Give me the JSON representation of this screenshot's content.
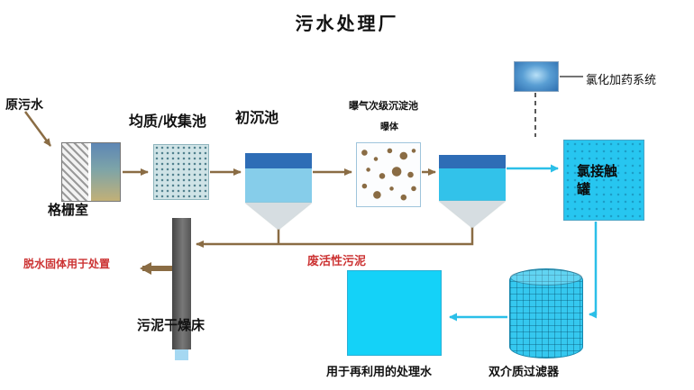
{
  "title": "污水处理厂",
  "labels": {
    "raw_sewage": "原污水",
    "grid_room": "格栅室",
    "collection_tank": "均质/收集池",
    "primary_tank": "初沉池",
    "aeration_tank": "曝气次级沉淀池",
    "aeration_body": "曝体",
    "chlorination_system": "氯化加药系统",
    "chlorine_contact_tank": "氯接触罐",
    "sludge_drying_bed": "污泥干燥床",
    "waste_activated_sludge": "废活性污泥",
    "dewatered_solids": "脱水固体用于处置",
    "reuse_water": "用于再利用的处理水",
    "dual_media_filter": "双介质过滤器"
  },
  "colors": {
    "brown": "#8a6c44",
    "cyan": "#2bbfe8",
    "red": "#cc3333",
    "darkblue": "#2e6db6",
    "tankcyan": "#27c6f0"
  }
}
